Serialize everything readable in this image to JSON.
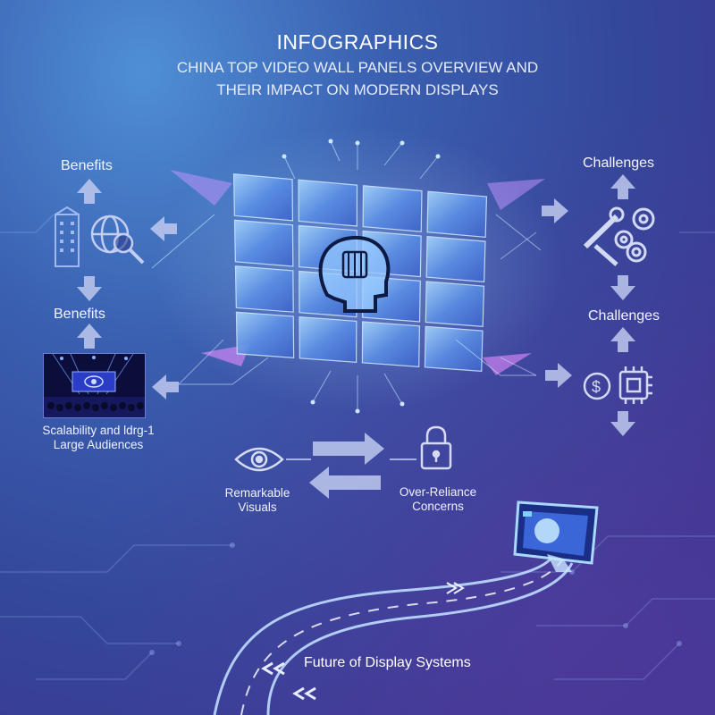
{
  "title": "INFOGRAPHICS",
  "subtitle_line1": "CHINA TOP VIDEO WALL PANELS OVERVIEW AND",
  "subtitle_line2": "THEIR IMPACT ON MODERN DISPLAYS",
  "left": {
    "benefits_top": "Benefits",
    "benefits_bottom": "Benefits",
    "scalability_line1": "Scalability and ldrg-1",
    "scalability_line2": "Large Audiences"
  },
  "right": {
    "challenges_top": "Challenges",
    "challenges_bottom": "Challenges"
  },
  "bottom": {
    "visuals_line1": "Remarkable",
    "visuals_line2": "Visuals",
    "reliance_line1": "Over-Reliance",
    "reliance_line2": "Concerns",
    "future": "Future of Display Systems"
  },
  "colors": {
    "accent": "#8fd8ff",
    "panel": "#7fb6f2",
    "icon": "#c9d4f4"
  },
  "icons": [
    "building-icon",
    "globe-search-icon",
    "gears-wrench-icon",
    "dollar-icon",
    "chip-icon",
    "eye-icon",
    "lock-icon",
    "ai-head-icon",
    "monitor-icon"
  ]
}
